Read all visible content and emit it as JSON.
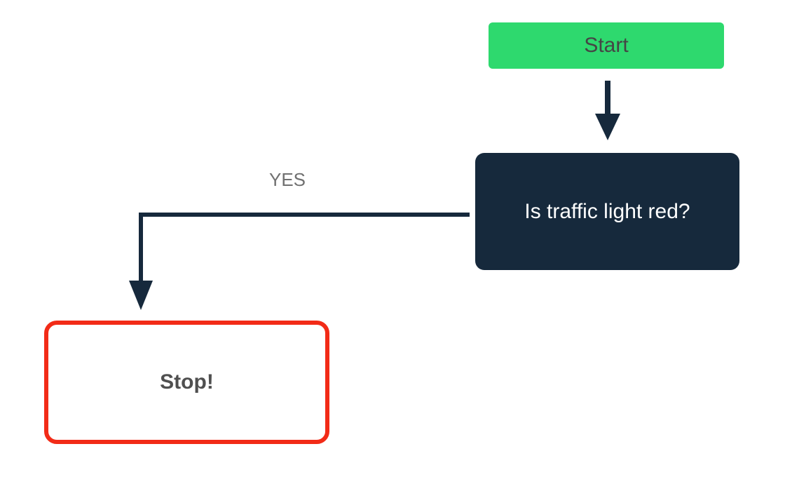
{
  "diagram": {
    "type": "flowchart",
    "background_color": "#ffffff",
    "connector_color": "#16293c",
    "nodes": {
      "start": {
        "label": "Start",
        "shape": "rounded-rectangle",
        "role": "start",
        "fill_color": "#2ed96e",
        "text_color": "#454545"
      },
      "decision": {
        "label": "Is traffic light red?",
        "shape": "rounded-rectangle",
        "role": "decision",
        "fill_color": "#16293c",
        "text_color": "#ffffff"
      },
      "stop": {
        "label": "Stop!",
        "shape": "rounded-rectangle-outline",
        "role": "terminal",
        "fill_color": "#ffffff",
        "border_color": "#f22b17",
        "text_color": "#4f4f4f"
      }
    },
    "edges": [
      {
        "from": "start",
        "to": "decision",
        "label": "",
        "style": "arrow-down"
      },
      {
        "from": "decision",
        "to": "stop",
        "label": "YES",
        "label_color": "#707070",
        "style": "elbow-left-down-arrow"
      }
    ]
  }
}
